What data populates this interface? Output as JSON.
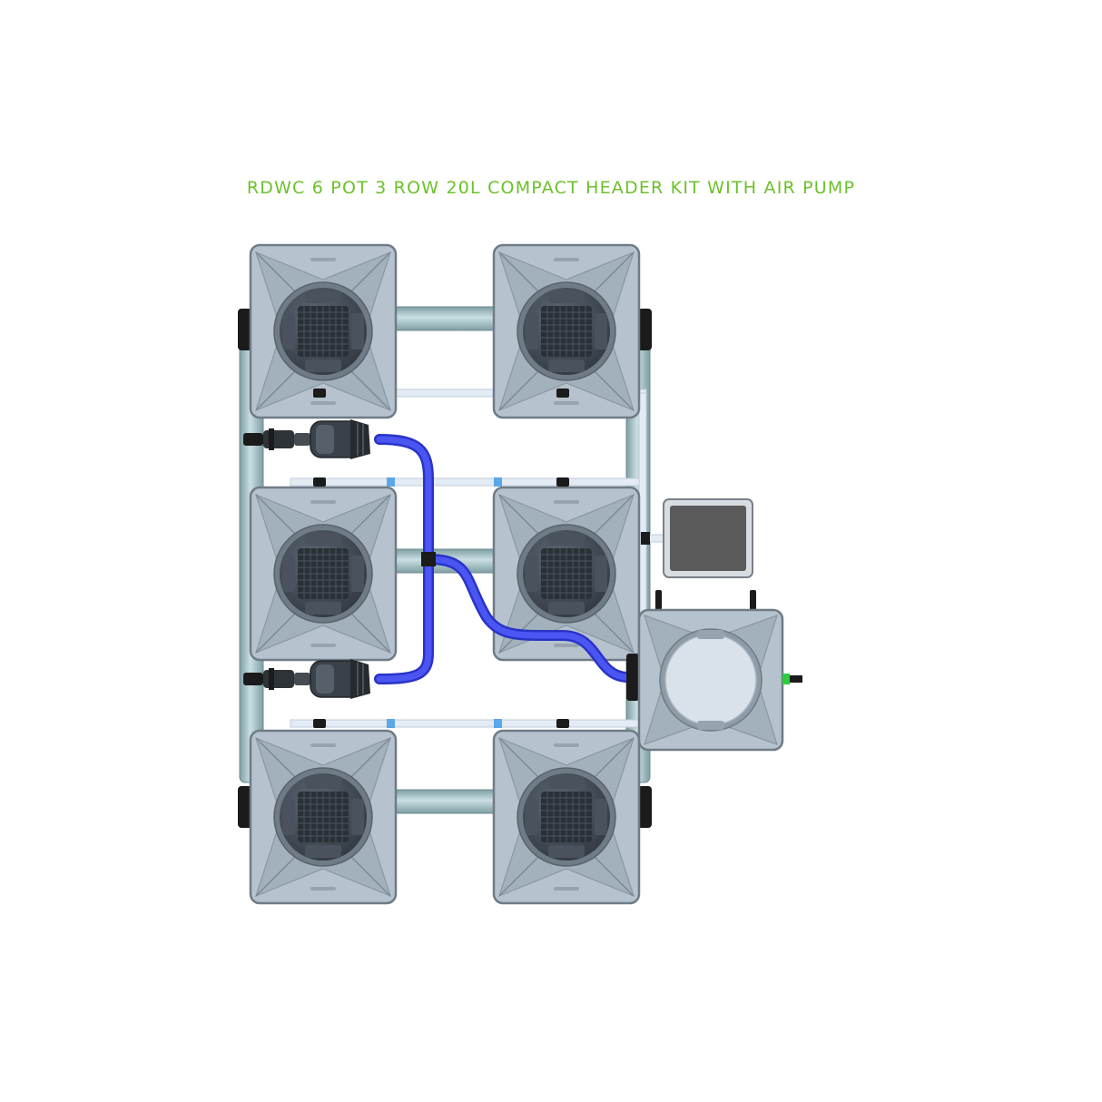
{
  "title": "RDWC 6 POT 3 ROW 20L COMPACT HEADER KIT WITH AIR PUMP",
  "colors": {
    "title": "#6cc12a",
    "pot_body": "#b6c3ce",
    "pot_edge": "#7d8a95",
    "basket": "#3d4650",
    "pipe": "#9fbcc0",
    "hose": "#3d45e6",
    "air_line": "#e3ebf5",
    "connector_blue": "#5ba7e8",
    "fitting": "#1b1b1b",
    "controller_screen": "#5a5a5a",
    "accent_green": "#2ecc40"
  },
  "components": {
    "pots": [
      "pot-row1-left",
      "pot-row1-right",
      "pot-row2-left",
      "pot-row2-right",
      "pot-row3-left",
      "pot-row3-right"
    ],
    "pumps": [
      "water-pump-upper",
      "water-pump-lower"
    ],
    "header_tank": "header-tank",
    "air_pump": "air-pump"
  }
}
